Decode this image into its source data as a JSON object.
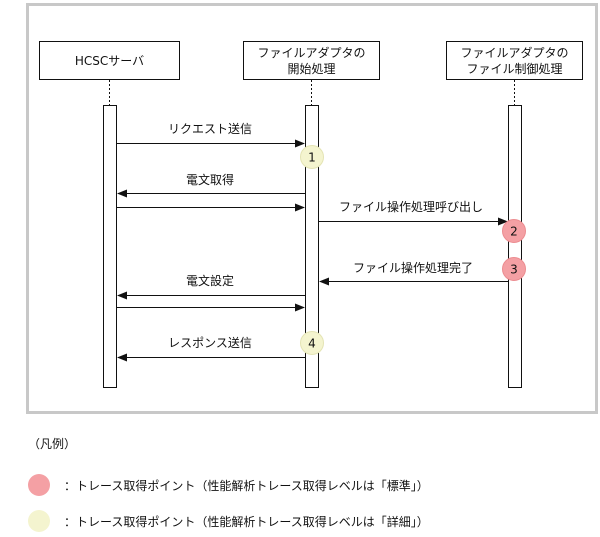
{
  "actors": [
    {
      "id": "hcsc",
      "lines": [
        "HCSCサーバ"
      ]
    },
    {
      "id": "start",
      "lines": [
        "ファイルアダプタの",
        "開始処理"
      ]
    },
    {
      "id": "ctrl",
      "lines": [
        "ファイルアダプタの",
        "ファイル制御処理"
      ]
    }
  ],
  "messages": [
    {
      "id": "request-send",
      "label": "リクエスト送信"
    },
    {
      "id": "get-message",
      "label": "電文取得"
    },
    {
      "id": "file-op-call",
      "label": "ファイル操作処理呼び出し"
    },
    {
      "id": "file-op-done",
      "label": "ファイル操作処理完了"
    },
    {
      "id": "set-message",
      "label": "電文設定"
    },
    {
      "id": "response-send",
      "label": "レスポンス送信"
    }
  ],
  "trace_points": [
    {
      "number": "1",
      "level": "detail"
    },
    {
      "number": "2",
      "level": "standard"
    },
    {
      "number": "3",
      "level": "standard"
    },
    {
      "number": "4",
      "level": "detail"
    }
  ],
  "legend": {
    "title": "（凡例）",
    "items": [
      {
        "level": "standard",
        "text": "：トレース取得ポイント（性能解析トレース取得レベルは「標準」）"
      },
      {
        "level": "detail",
        "text": "：トレース取得ポイント（性能解析トレース取得レベルは「詳細」）"
      }
    ]
  },
  "colors": {
    "standard": "#f4a0a4",
    "detail": "#f4f4cf",
    "frame": "#c8c8c8",
    "line": "#111111"
  }
}
